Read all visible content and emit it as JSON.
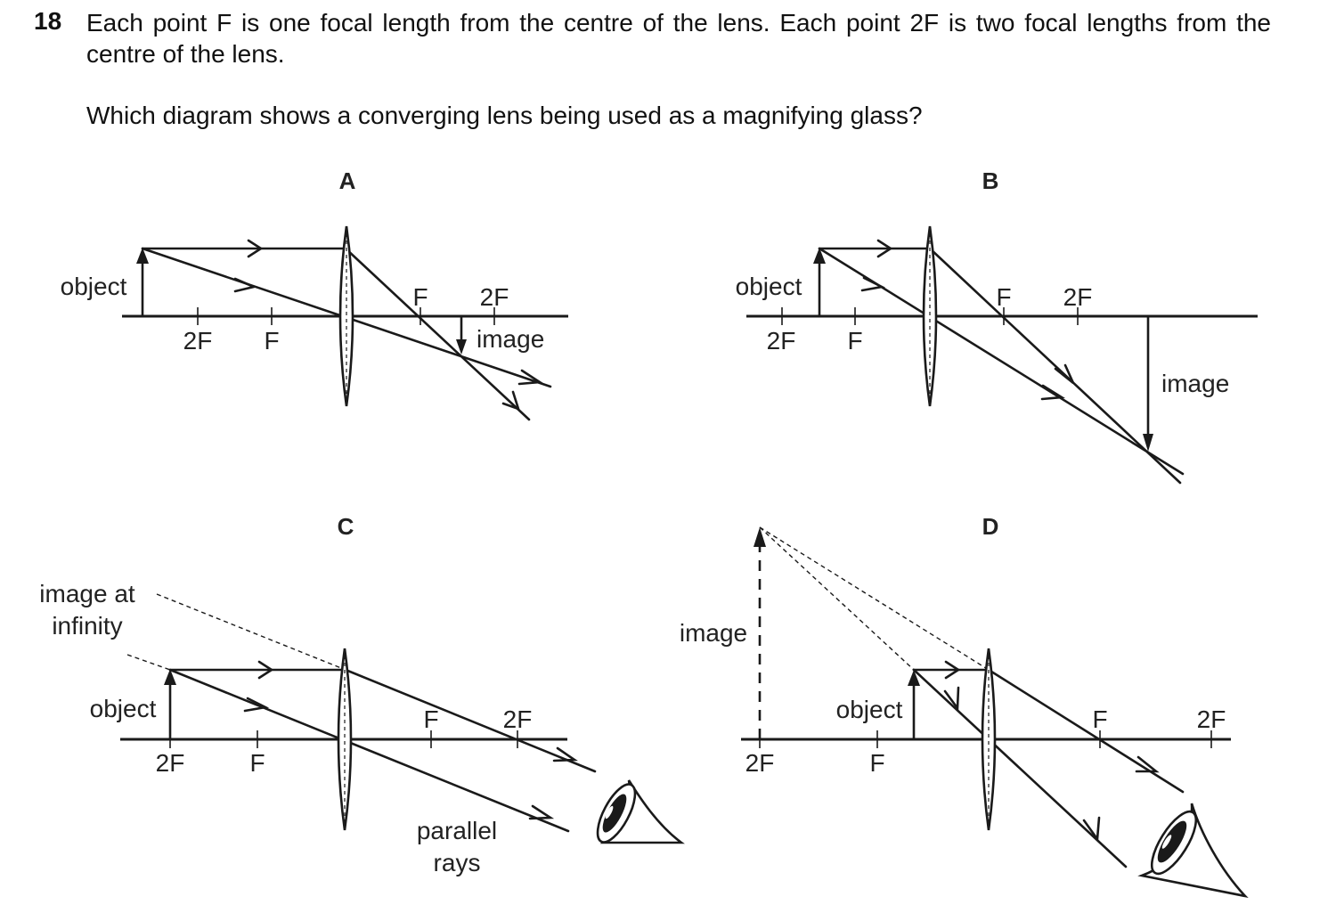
{
  "question": {
    "number": "18",
    "text": "Each point F is one focal length from the centre of the lens. Each point 2F is two focal lengths from the centre of the lens.",
    "prompt": "Which diagram shows a converging lens being used as a magnifying glass?"
  },
  "options": {
    "A": {
      "letter": "A",
      "object_label": "object",
      "image_label": "image",
      "left_2f": "2F",
      "left_f": "F",
      "right_f": "F",
      "right_2f": "2F"
    },
    "B": {
      "letter": "B",
      "object_label": "object",
      "image_label": "image",
      "left_2f": "2F",
      "left_f": "F",
      "right_f": "F",
      "right_2f": "2F"
    },
    "C": {
      "letter": "C",
      "object_label": "object",
      "image_label_line1": "image at",
      "image_label_line2": "infinity",
      "rays_label_line1": "parallel",
      "rays_label_line2": "rays",
      "left_2f": "2F",
      "left_f": "F",
      "right_f": "F",
      "right_2f": "2F"
    },
    "D": {
      "letter": "D",
      "object_label": "object",
      "image_label": "image",
      "left_2f": "2F",
      "left_f": "F",
      "right_f": "F",
      "right_2f": "2F"
    }
  }
}
